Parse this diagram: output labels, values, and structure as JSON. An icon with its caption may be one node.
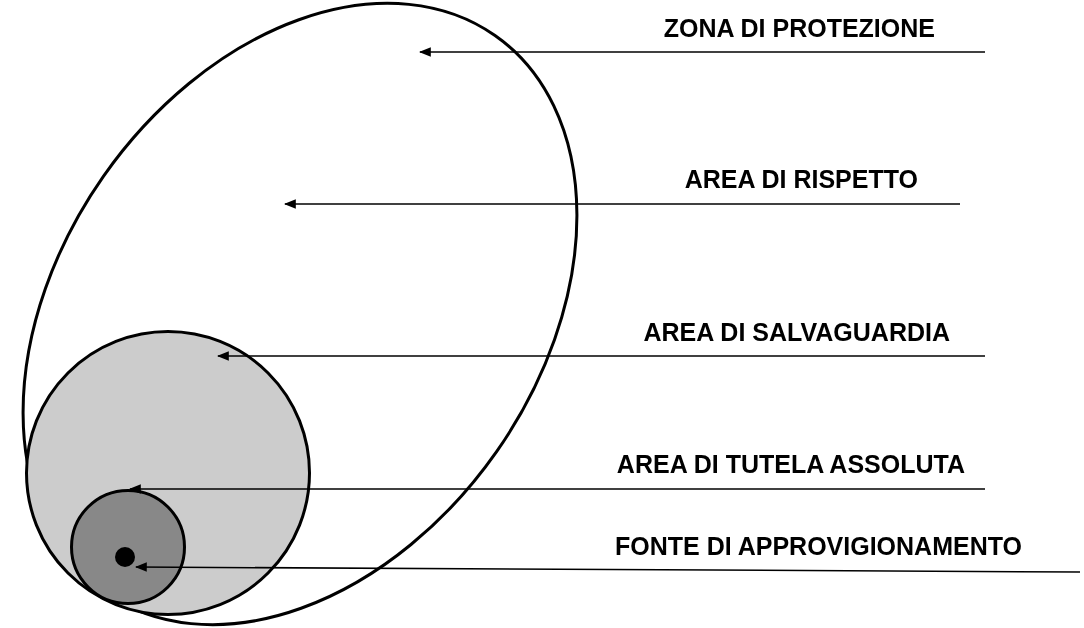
{
  "diagram": {
    "nodes": [
      {
        "text": [
          "ZONA DI PROTEZIONE"
        ]
      },
      {
        "text": [
          "AREA DI RISPETTO"
        ]
      },
      {
        "text": [
          "AREA DI SALVAGUARDIA"
        ]
      },
      {
        "text": [
          "AREA DI TUTELA ASSOLUTA"
        ]
      },
      {
        "text": [
          "FONTE DI APPROVIGIONAMENTO"
        ]
      },
      {
        "text": [],
        "shape": "ellipse"
      },
      {
        "text": [],
        "shape": "circle",
        "in": 5
      },
      {
        "text": [],
        "shape": "circle",
        "in": 6
      },
      {
        "text": [],
        "shape": "circle",
        "in": 7
      }
    ],
    "edges": [
      {
        "from": 0,
        "to": 5,
        "arrow": "to"
      },
      {
        "from": 1,
        "to": 5,
        "arrow": "to"
      },
      {
        "from": 2,
        "to": 6,
        "arrow": "to"
      },
      {
        "from": 3,
        "to": 7,
        "arrow": "to"
      },
      {
        "from": 4,
        "to": 8,
        "arrow": "to"
      }
    ]
  }
}
